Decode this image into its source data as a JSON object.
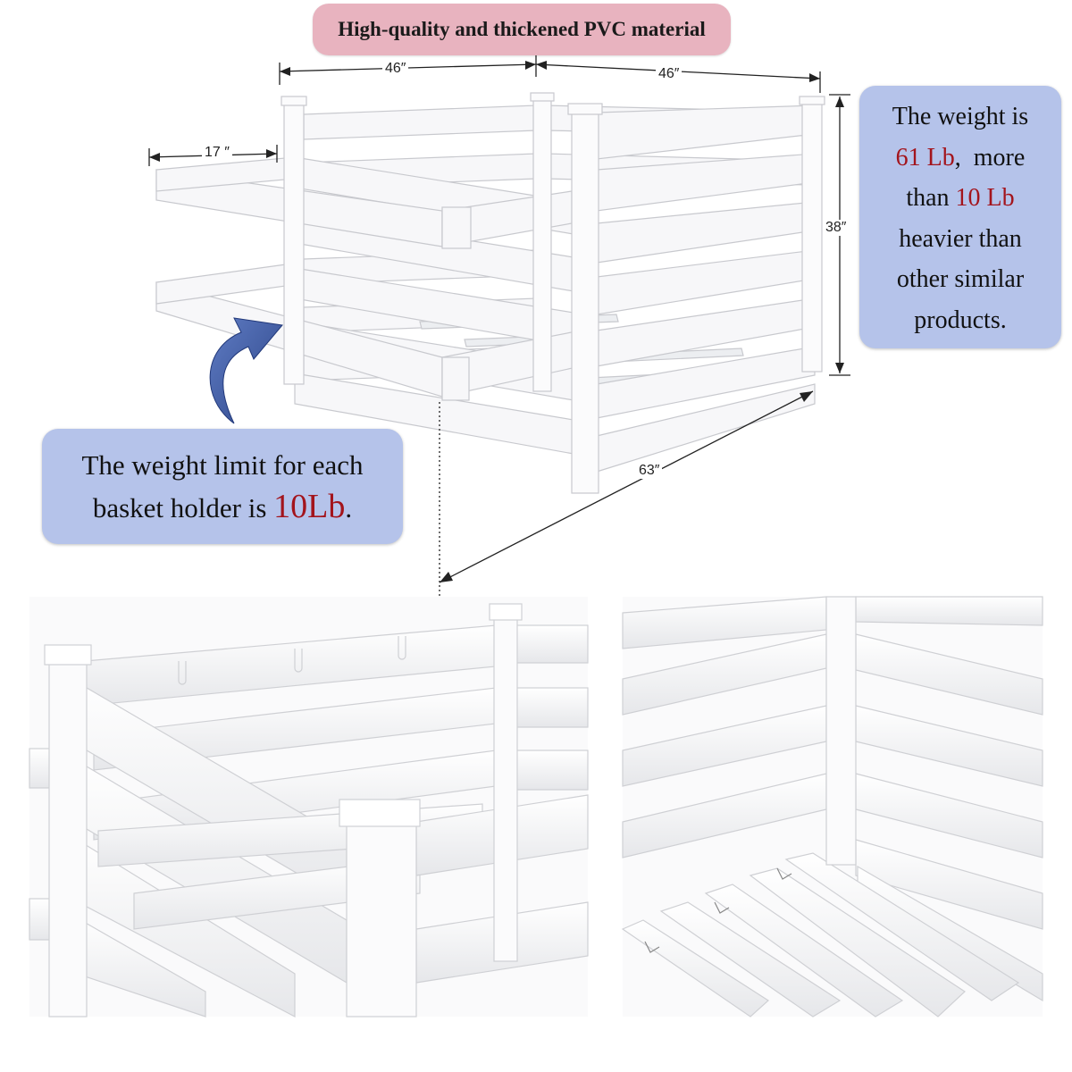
{
  "banner": {
    "text": "High-quality and thickened PVC material"
  },
  "dimensions": {
    "width_left": "46″",
    "width_right": "46″",
    "holder_depth": "17 ″",
    "height": "38″",
    "length": "63″"
  },
  "weight_info": {
    "line1": "The weight is",
    "weight_value": "61 Lb",
    "comma_more": ",  more",
    "than": "than",
    "extra_value": "10 Lb",
    "line3": "heavier than",
    "line4": "other similar",
    "line5": "products."
  },
  "limit_info": {
    "line1": "The weight limit for each",
    "line2_prefix": "basket holder is ",
    "limit_value": "10Lb",
    "line2_suffix": "."
  },
  "colors": {
    "banner_bg": "#e8b3bf",
    "info_bg": "#b5c3ea",
    "highlight_red": "#a3141c",
    "arrow_blue": "#3a559e",
    "pvc_white": "#f4f4f6"
  }
}
